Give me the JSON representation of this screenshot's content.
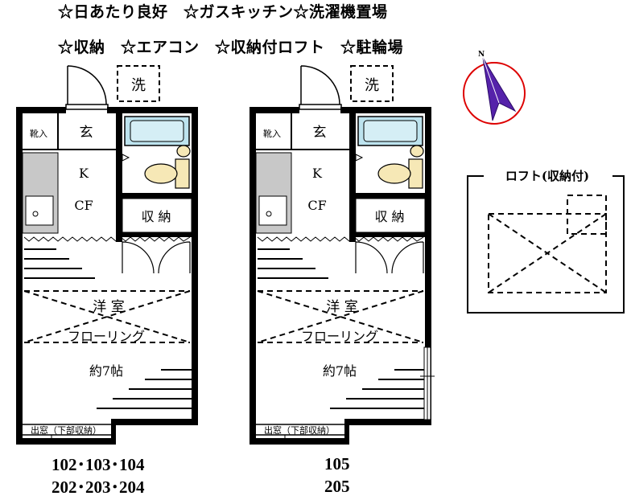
{
  "features": {
    "line1": "☆日あたり良好　☆ガスキッチン☆洗濯機置場",
    "line2": "☆収納　☆エアコン　☆収納付ロフト　☆駐輪場"
  },
  "plan_labels": {
    "washer": "洗",
    "shoe_box": "靴入",
    "entrance": "玄",
    "kitchen_k": "K",
    "kitchen_cf": "CF",
    "storage": "収 納",
    "western_room": "洋 室",
    "flooring": "フローリング",
    "size": "約7帖",
    "bay_window": "出窓（下部収納）"
  },
  "units": {
    "left_line1": "102･103･104",
    "left_line2": "202･203･204",
    "right_line1": "105",
    "right_line2": "205"
  },
  "compass": {
    "north_label": "N"
  },
  "loft": {
    "title": "ロフト(収納付)"
  },
  "colors": {
    "wall": "#000000",
    "bath": "#bde3ee",
    "toilet": "#f6e8b6",
    "kitchen": "#c8c8c8",
    "compass_ring": "#dd0000",
    "compass_needle": "#5522aa"
  }
}
